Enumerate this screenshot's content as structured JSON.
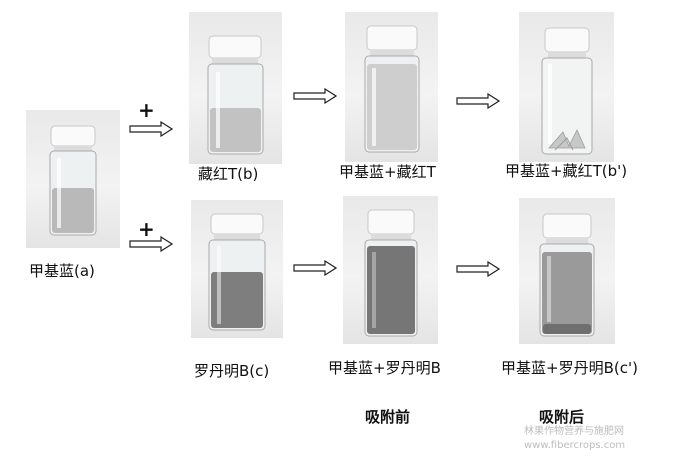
{
  "labels": {
    "methyl_blue": "甲基蓝(a)",
    "safranine": "藏红T(b)",
    "rhodamine": "罗丹明B(c)",
    "mix_safranine": "甲基蓝+藏红T",
    "mix_safranine_after": "甲基蓝+藏红T(b')",
    "mix_rhodamine": "甲基蓝+罗丹明B",
    "mix_rhodamine_after": "甲基蓝+罗丹明B(c')",
    "before_adsorption": "吸附前",
    "after_adsorption": "吸附后",
    "plus": "+"
  },
  "watermark": {
    "line1": "林果作物营养与施肥网",
    "line2": "www.fibercrops.com"
  },
  "colors": {
    "solution_a": "#b9b9b9",
    "solution_b": "#c2c2c2",
    "solution_c": "#7e7e7e",
    "mix_b": "#cecece",
    "mix_c": "#767676",
    "after_c": "#9a9a9a"
  }
}
